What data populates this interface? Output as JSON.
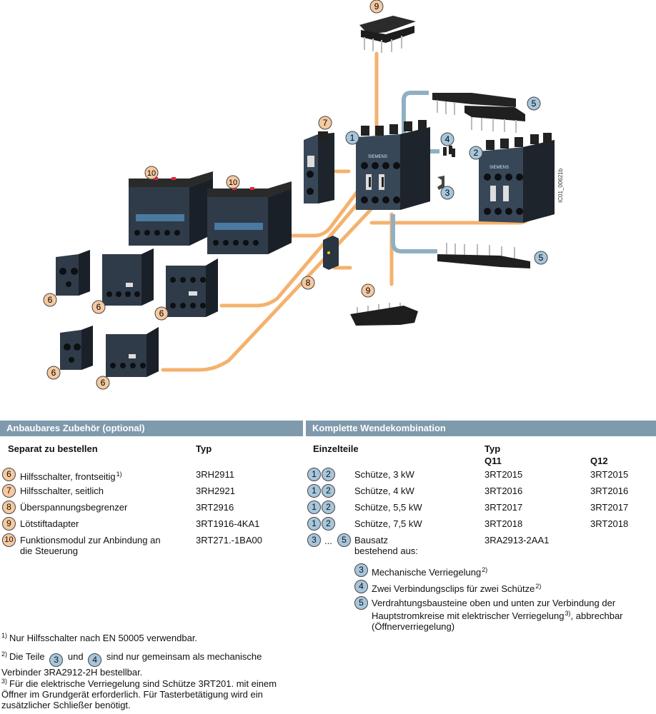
{
  "figure": {
    "image_id": "IC01_00621b",
    "device_brand": "SIEMENS",
    "callout_colors": {
      "orange": "#f6c9a1",
      "blue": "#a7c6dc",
      "wire_orange": "#f4b26e",
      "wire_blue": "#8fb0c2"
    }
  },
  "left": {
    "bar_title": "Anbaubares Zubehör (optional)",
    "col_item": "Separat zu bestellen",
    "col_type": "Typ",
    "rows": [
      {
        "num": "6",
        "label": "Hilfsschalter, frontseitig",
        "sup": "1)",
        "type": "3RH2911"
      },
      {
        "num": "7",
        "label": "Hilfsschalter, seitlich",
        "sup": "",
        "type": "3RH2921"
      },
      {
        "num": "8",
        "label": "Überspannungsbegrenzer",
        "sup": "",
        "type": "3RT2916"
      },
      {
        "num": "9",
        "label": "Lötstiftadapter",
        "sup": "",
        "type": "3RT1916-4KA1"
      },
      {
        "num": "10",
        "label": "Funktionsmodul zur Anbindung an die Steuerung",
        "sup": "",
        "type": "3RT271.-1BA00"
      }
    ]
  },
  "right": {
    "bar_title": "Komplette Wendekombination",
    "col_item": "Einzelteile",
    "col_type": "Typ",
    "col_q11": "Q11",
    "col_q12": "Q12",
    "badge1": "1",
    "badge2": "2",
    "rows": [
      {
        "label": "Schütze, 3 kW",
        "q11": "3RT2015",
        "q12": "3RT2015"
      },
      {
        "label": "Schütze, 4 kW",
        "q11": "3RT2016",
        "q12": "3RT2016"
      },
      {
        "label": "Schütze, 5,5 kW",
        "q11": "3RT2017",
        "q12": "3RT2017"
      },
      {
        "label": "Schütze, 7,5 kW",
        "q11": "3RT2018",
        "q12": "3RT2018"
      }
    ],
    "kit": {
      "from": "3",
      "dots": "...",
      "to": "5",
      "label_line1": "Bausatz",
      "label_line2": "bestehend aus:",
      "type": "3RA2913-2AA1"
    },
    "sub": [
      {
        "num": "3",
        "text": "Mechanische Verriegelung",
        "sup": "2)",
        "text2": ""
      },
      {
        "num": "4",
        "text": "Zwei Verbindungsclips für zwei Schütze",
        "sup": "2)",
        "text2": ""
      },
      {
        "num": "5",
        "text": "Verdrahtungsbausteine oben und unten zur Verbindung der Hauptstromkreise mit elektrischer Verriegelung",
        "sup": "3)",
        "text2": ", abbrechbar (Öffnerverriegelung)"
      }
    ]
  },
  "notes": {
    "n1": {
      "mark": "1)",
      "text": "Nur Hilfsschalter nach EN 50005 verwendbar."
    },
    "n2": {
      "mark": "2)",
      "pre": "Die Teile",
      "b1": "3",
      "mid": "und",
      "b2": "4",
      "post": "sind nur gemeinsam als mechanische Verbinder 3RA2912-2H bestellbar."
    },
    "n3": {
      "mark": "3)",
      "text": "Für die elektrische Verriegelung sind Schütze 3RT201. mit einem Öffner im Grundgerät erforderlich. Für Tasterbetätigung wird ein zusätzlicher Schließer benötigt."
    }
  }
}
